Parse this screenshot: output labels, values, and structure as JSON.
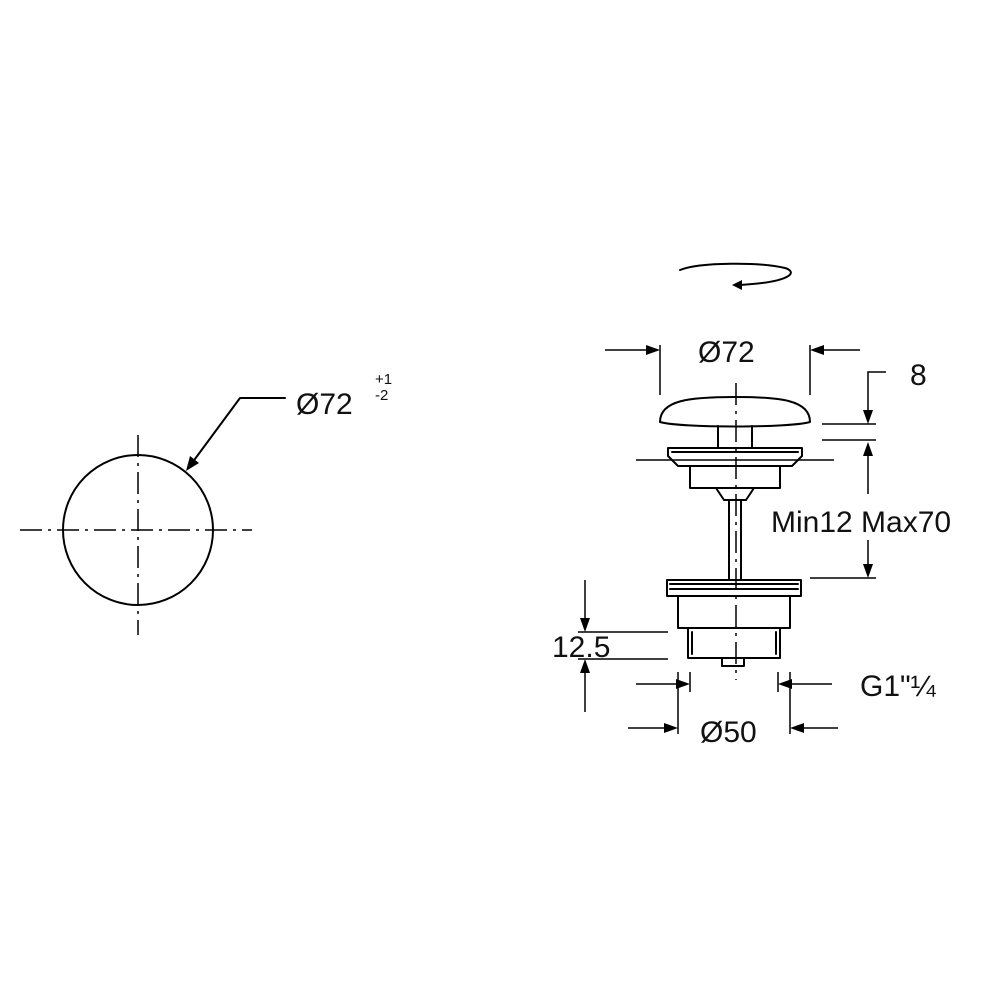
{
  "plan_view": {
    "diameter_label": "Ø72",
    "tolerance_upper": "+1",
    "tolerance_lower": "-2"
  },
  "elevation_view": {
    "cap_diameter_label": "Ø72",
    "cap_height_label": "8",
    "range_label": "Min12 Max70",
    "thread_height_label": "12.5",
    "thread_label": "G1\"¼",
    "body_diameter_label": "Ø50"
  }
}
